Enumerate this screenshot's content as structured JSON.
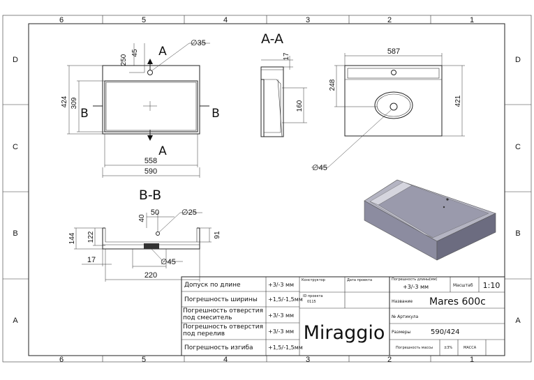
{
  "frame": {
    "columns": [
      "6",
      "5",
      "4",
      "3",
      "2",
      "1"
    ],
    "rows": [
      "D",
      "C",
      "B",
      "A"
    ]
  },
  "views": {
    "top": {
      "label_a": "A",
      "label_b": "B",
      "dims": {
        "d250": "250",
        "d45": "45",
        "d35": "∅35",
        "d424": "424",
        "d309": "309",
        "d558": "558",
        "d590": "590"
      }
    },
    "section_aa": {
      "title": "A-A",
      "dims": {
        "d17": "17",
        "d160": "160"
      }
    },
    "front": {
      "dims": {
        "d587": "587",
        "d248": "248",
        "d421": "421",
        "d45": "∅45"
      }
    },
    "section_bb": {
      "title": "B-B",
      "dims": {
        "d40": "40",
        "d50": "50",
        "d25": "∅25",
        "d144": "144",
        "d122": "122",
        "d91": "91",
        "d17": "17",
        "d45": "∅45",
        "d220": "220"
      }
    }
  },
  "title_block": {
    "tolerances": [
      {
        "label": "Допуск по длине",
        "value": "+3/-3 мм"
      },
      {
        "label": "Погрешность ширины",
        "value": "+1,5/-1,5мм"
      },
      {
        "label": "Погрешность отверстия под смеситель",
        "value": "+3/-3 мм"
      },
      {
        "label": "Погрешность отверстия под перелив",
        "value": "+3/-3 мм"
      },
      {
        "label": "Погрешность изгиба",
        "value": "+1,5/-1,5мм"
      }
    ],
    "designer_label": "Конструктор",
    "date_label": "Дата проекта",
    "project_id_label": "ID проекта",
    "project_id": "0115",
    "company": "Miraggio",
    "length_error_label": "Погрешность длины(мм)",
    "length_error_value": "+3/-3 мм",
    "scale_label": "Масштаб",
    "scale_value": "1:10",
    "name_label": "Название",
    "name_value": "Mares 600c",
    "article_label": "№ Артикула",
    "size_label": "Размеры",
    "size_value": "590/424",
    "mass_error_label": "Погрешность массы",
    "mass_error_value": "±3%",
    "mass_label": "МАССА"
  }
}
